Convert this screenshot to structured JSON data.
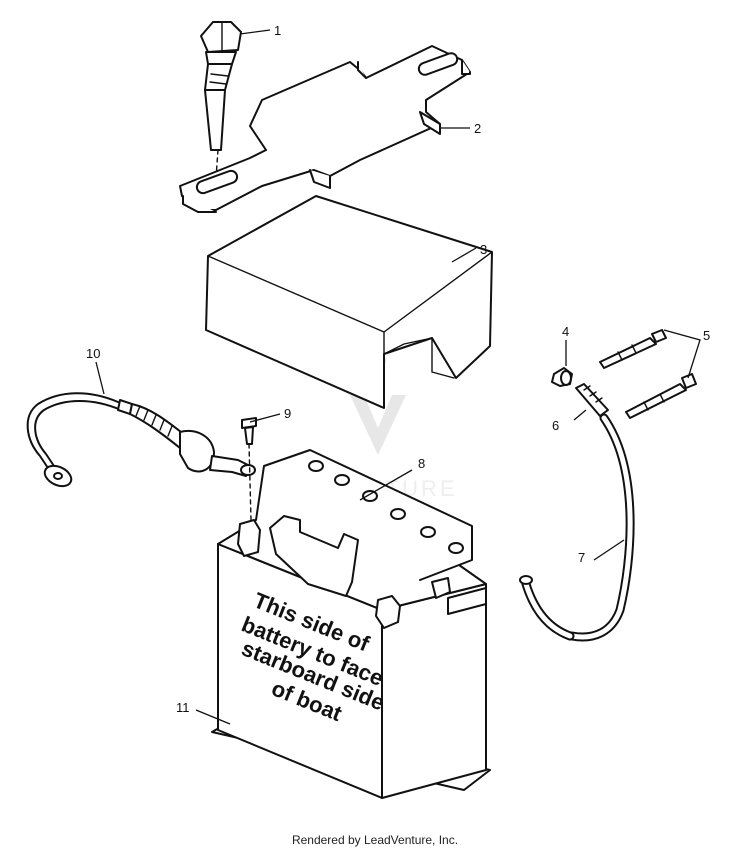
{
  "callouts": {
    "c1": "1",
    "c2": "2",
    "c3": "3",
    "c4": "4",
    "c5": "5",
    "c6": "6",
    "c7": "7",
    "c8": "8",
    "c9": "9",
    "c10": "10",
    "c11": "11"
  },
  "battery_label": {
    "line1": "This side of",
    "line2": "battery to face",
    "line3": "starboard side",
    "line4": "of boat"
  },
  "watermark": "LEADVENTURE",
  "credit": "Rendered by LeadVenture, Inc."
}
